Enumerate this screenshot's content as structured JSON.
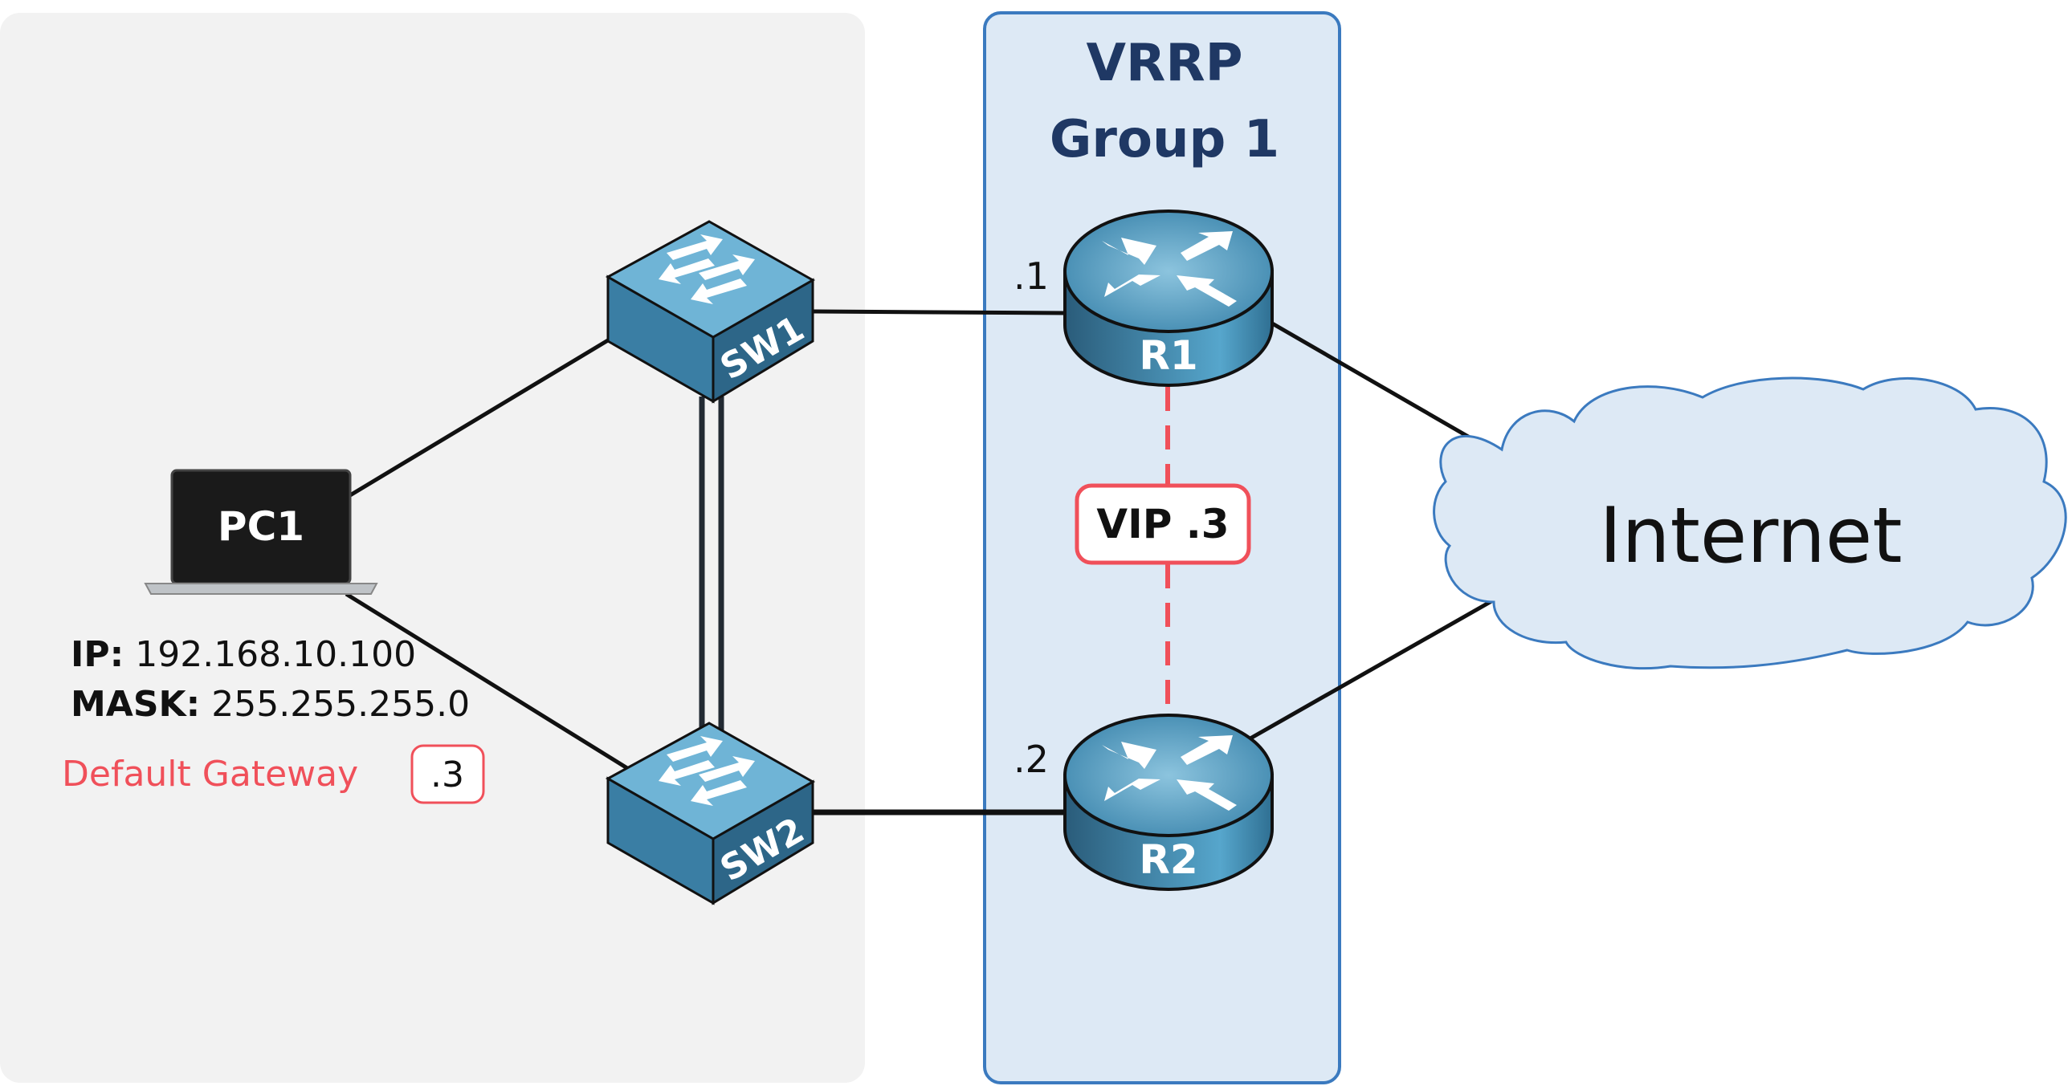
{
  "group": {
    "title_line1": "VRRP",
    "title_line2": "Group 1"
  },
  "devices": {
    "sw1": "SW1",
    "sw2": "SW2",
    "r1": "R1",
    "r2": "R2",
    "pc1": "PC1",
    "cloud": "Internet"
  },
  "addresses": {
    "r1": ".1",
    "r2": ".2",
    "vip": "VIP .3"
  },
  "pc_info": {
    "ip_label": "IP:",
    "ip_value": "192.168.10.100",
    "mask_label": "MASK:",
    "mask_value": "255.255.255.0",
    "gateway_label": "Default Gateway",
    "gateway_value": ".3"
  },
  "colors": {
    "lan_area": "#f2f2f2",
    "vrrp_area": "#dde9f5",
    "vrrp_border": "#3b7abf",
    "title": "#1f3864",
    "accent_red": "#f0505a",
    "device_blue": "#4a90b8",
    "cloud_fill": "#dde9f5"
  }
}
